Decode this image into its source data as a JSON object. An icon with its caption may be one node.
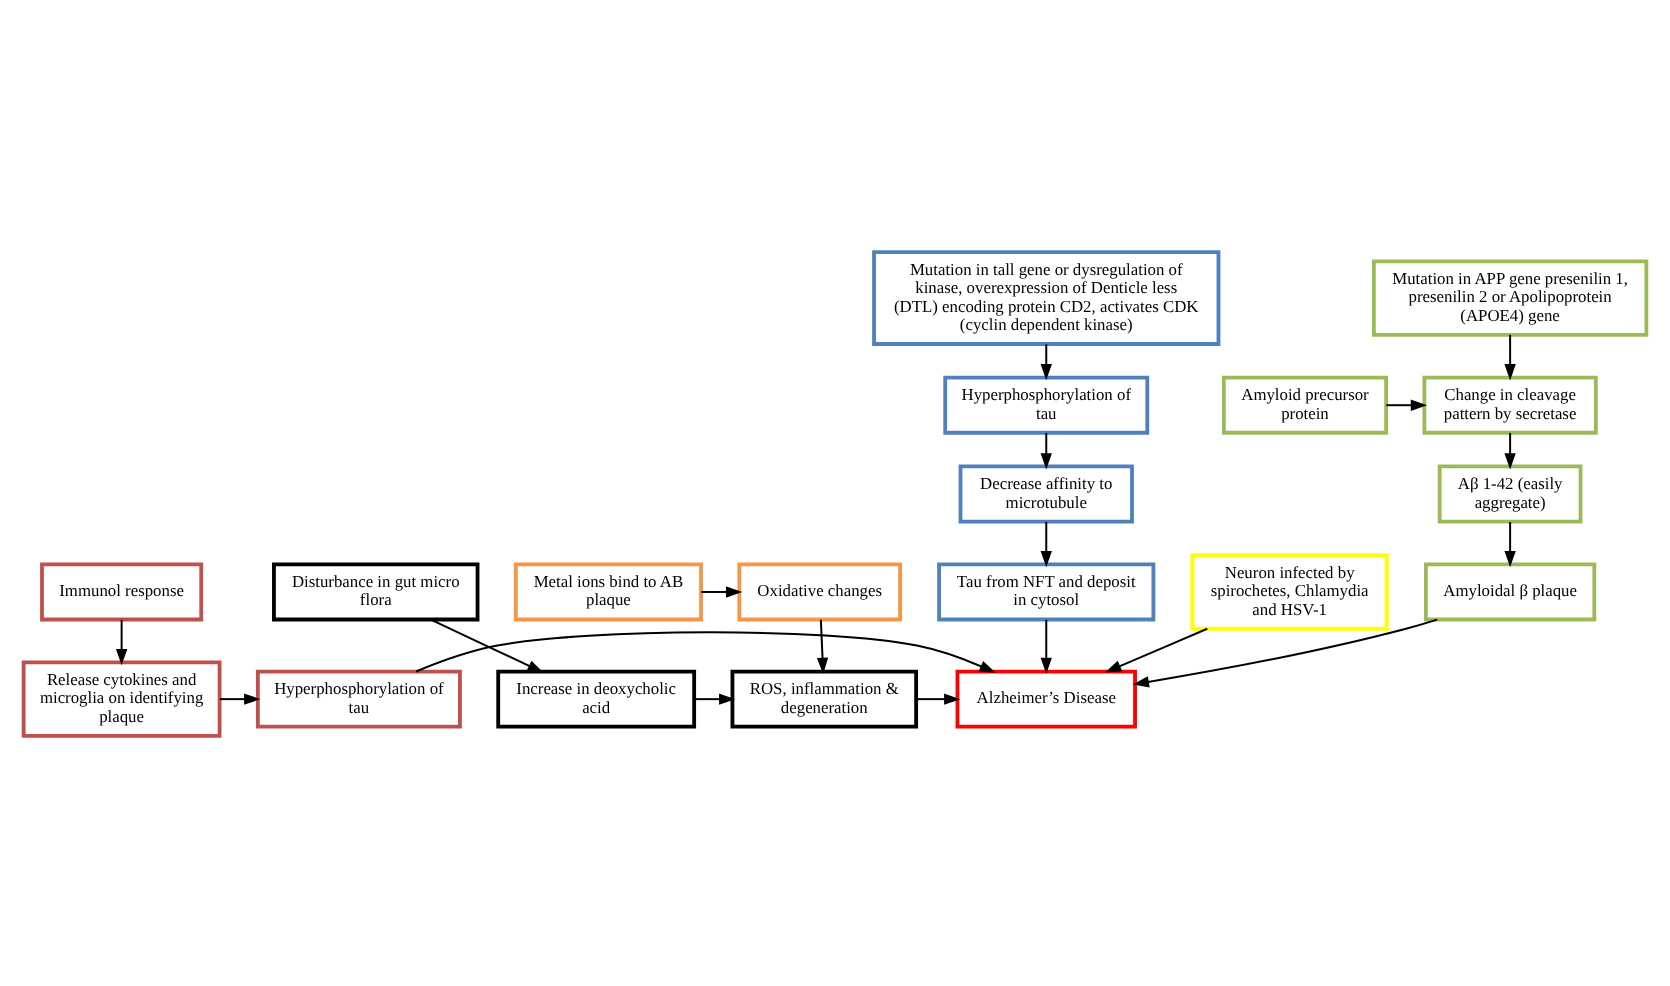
{
  "diagram": {
    "nodes": [
      {
        "text": [
          "Mutation in APP gene presenilin 1, presenilin 2 or Apolipoprotein (APOE4) gene"
        ]
      },
      {
        "text": [
          "Amyloid precursor protein"
        ]
      },
      {
        "text": [
          "Change in cleavage pattern by secretase"
        ]
      },
      {
        "text": [
          "Aβ 1-42 (easily aggregate)"
        ]
      },
      {
        "text": [
          "Amyloidal β plaque"
        ]
      },
      {
        "text": [
          "Mutation in tall gene or dysregulation of kinase, overexpression of Denticle less (DTL) encoding protein CD2, activates CDK (cyclin dependent kinase)"
        ]
      },
      {
        "text": [
          "Hyperphosphorylation of tau"
        ]
      },
      {
        "text": [
          "Decrease affinity to microtubule"
        ]
      },
      {
        "text": [
          "Tau from NFT and deposit in cytosol"
        ]
      },
      {
        "text": [
          "Immunol response"
        ]
      },
      {
        "text": [
          "Release cytokines and microglia on identifying plaque"
        ]
      },
      {
        "text": [
          "Hyperphosphorylation of tau"
        ]
      },
      {
        "text": [
          "Alzheimer’s Disease"
        ]
      },
      {
        "text": [
          "Neuron infected by spirochetes, Chlamydia and HSV-1"
        ]
      },
      {
        "text": [
          "ROS, inflammation & degeneration"
        ]
      },
      {
        "text": [
          "Increase in deoxycholic acid"
        ]
      },
      {
        "text": [
          "Metal ions bind to AB plaque"
        ]
      },
      {
        "text": [
          "Oxidative changes"
        ]
      },
      {
        "text": [
          "Disturbance in gut micro flora"
        ]
      }
    ],
    "edges": [
      {
        "from": 0,
        "to": 2,
        "arrow": "to"
      },
      {
        "from": 1,
        "to": 2,
        "arrow": "to"
      },
      {
        "from": 2,
        "to": 3,
        "arrow": "to"
      },
      {
        "from": 3,
        "to": 4,
        "arrow": "to"
      },
      {
        "from": 4,
        "to": 12,
        "arrow": "to"
      },
      {
        "from": 5,
        "to": 6,
        "arrow": "to"
      },
      {
        "from": 6,
        "to": 7,
        "arrow": "to"
      },
      {
        "from": 7,
        "to": 8,
        "arrow": "to"
      },
      {
        "from": 8,
        "to": 12,
        "arrow": "to"
      },
      {
        "from": 9,
        "to": 10,
        "arrow": "to"
      },
      {
        "from": 10,
        "to": 11,
        "arrow": "to"
      },
      {
        "from": 11,
        "to": 12,
        "arrow": "to"
      },
      {
        "from": 13,
        "to": 12,
        "arrow": "to"
      },
      {
        "from": 14,
        "to": 12,
        "arrow": "to"
      },
      {
        "from": 15,
        "to": 14,
        "arrow": "to"
      },
      {
        "from": 16,
        "to": 17,
        "arrow": "to"
      },
      {
        "from": 17,
        "to": 14,
        "arrow": "to"
      },
      {
        "from": 18,
        "to": 15,
        "arrow": "to"
      }
    ]
  }
}
